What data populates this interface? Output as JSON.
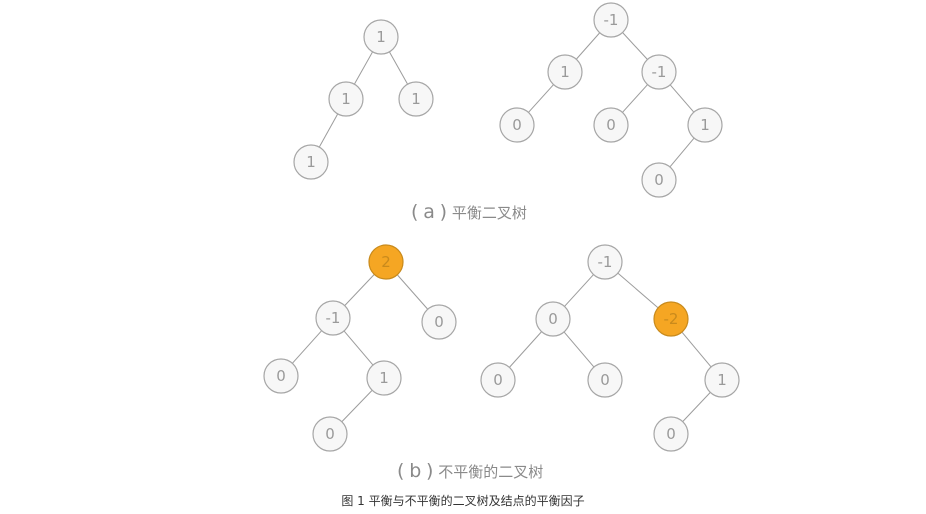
{
  "colors": {
    "highlight": "#f5a623",
    "node_fill": "#f7f7f7",
    "node_stroke": "#a6a6a6",
    "edge": "#9c9c9c",
    "text": "#9a9a9a"
  },
  "captions": {
    "a": {
      "open": "(",
      "letter": "a",
      "close": ")",
      "text": "平衡二叉树"
    },
    "b": {
      "open": "(",
      "letter": "b",
      "close": ")",
      "text": "不平衡的二叉树"
    },
    "figure": "图 1 平衡与不平衡的二叉树及结点的平衡因子"
  },
  "trees": [
    {
      "id": "a-left",
      "nodes": [
        {
          "id": "n1",
          "label": "1"
        },
        {
          "id": "n2",
          "label": "1"
        },
        {
          "id": "n3",
          "label": "1"
        },
        {
          "id": "n4",
          "label": "1"
        }
      ],
      "edges": [
        [
          "n1",
          "n2"
        ],
        [
          "n1",
          "n3"
        ],
        [
          "n2",
          "n4"
        ]
      ]
    },
    {
      "id": "a-right",
      "nodes": [
        {
          "id": "m1",
          "label": "-1"
        },
        {
          "id": "m2",
          "label": "1"
        },
        {
          "id": "m3",
          "label": "-1"
        },
        {
          "id": "m4",
          "label": "0"
        },
        {
          "id": "m5",
          "label": "0"
        },
        {
          "id": "m6",
          "label": "1"
        },
        {
          "id": "m7",
          "label": "0"
        }
      ],
      "edges": [
        [
          "m1",
          "m2"
        ],
        [
          "m1",
          "m3"
        ],
        [
          "m2",
          "m4"
        ],
        [
          "m3",
          "m5"
        ],
        [
          "m3",
          "m6"
        ],
        [
          "m6",
          "m7"
        ]
      ]
    },
    {
      "id": "b-left",
      "nodes": [
        {
          "id": "p1",
          "label": "2",
          "highlight": true
        },
        {
          "id": "p2",
          "label": "-1"
        },
        {
          "id": "p3",
          "label": "0"
        },
        {
          "id": "p4",
          "label": "0"
        },
        {
          "id": "p5",
          "label": "1"
        },
        {
          "id": "p6",
          "label": "0"
        }
      ],
      "edges": [
        [
          "p1",
          "p2"
        ],
        [
          "p1",
          "p3"
        ],
        [
          "p2",
          "p4"
        ],
        [
          "p2",
          "p5"
        ],
        [
          "p5",
          "p6"
        ]
      ]
    },
    {
      "id": "b-right",
      "nodes": [
        {
          "id": "q1",
          "label": "-1"
        },
        {
          "id": "q2",
          "label": "0"
        },
        {
          "id": "q3",
          "label": "-2",
          "highlight": true
        },
        {
          "id": "q4",
          "label": "0"
        },
        {
          "id": "q5",
          "label": "0"
        },
        {
          "id": "q6",
          "label": "1"
        },
        {
          "id": "q7",
          "label": "0"
        }
      ],
      "edges": [
        [
          "q1",
          "q2"
        ],
        [
          "q1",
          "q3"
        ],
        [
          "q2",
          "q4"
        ],
        [
          "q2",
          "q5"
        ],
        [
          "q3",
          "q6"
        ],
        [
          "q6",
          "q7"
        ]
      ]
    }
  ]
}
